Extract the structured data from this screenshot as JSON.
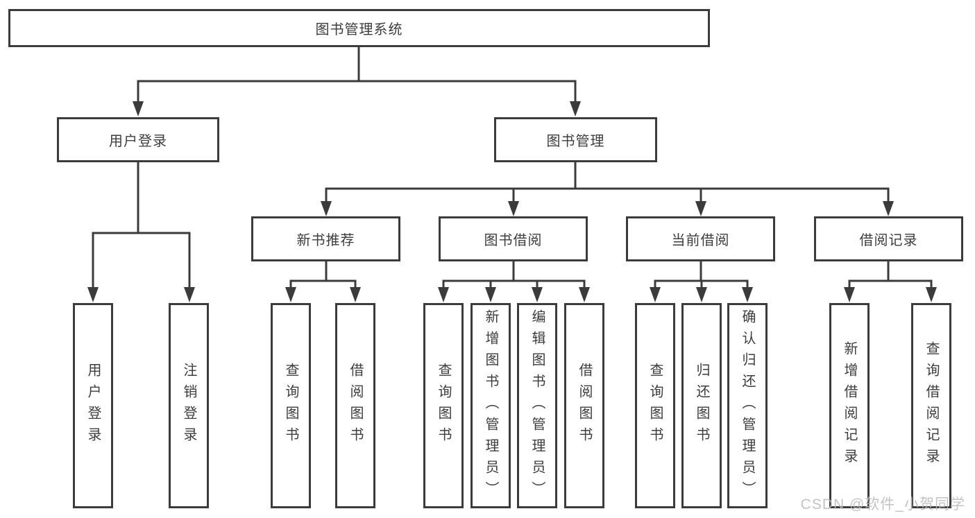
{
  "diagram": {
    "tree": {
      "label": "图书管理系统",
      "children": [
        {
          "label": "用户登录",
          "children": [
            {
              "label": "用户登录"
            },
            {
              "label": "注销登录"
            }
          ]
        },
        {
          "label": "图书管理",
          "children": [
            {
              "label": "新书推荐",
              "children": [
                {
                  "label": "查询图书"
                },
                {
                  "label": "借阅图书"
                }
              ]
            },
            {
              "label": "图书借阅",
              "children": [
                {
                  "label": "查询图书"
                },
                {
                  "label": "新增图书（管理员）"
                },
                {
                  "label": "编辑图书（管理员）"
                },
                {
                  "label": "借阅图书"
                }
              ]
            },
            {
              "label": "当前借阅",
              "children": [
                {
                  "label": "查询图书"
                },
                {
                  "label": "归还图书"
                },
                {
                  "label": "确认归还（管理员）"
                }
              ]
            },
            {
              "label": "借阅记录",
              "children": [
                {
                  "label": "新增借阅记录"
                },
                {
                  "label": "查询借阅记录"
                }
              ]
            }
          ]
        }
      ]
    },
    "colors": {
      "line": "#3b3b3b",
      "text": "#3d3d3d",
      "background": "#ffffff",
      "watermark": "#b9b9b9"
    }
  },
  "watermark": {
    "text": "CSDN @软件_小贺同学"
  }
}
